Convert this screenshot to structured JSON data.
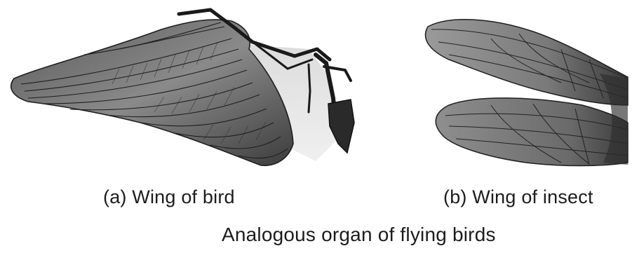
{
  "figure": {
    "panels": [
      {
        "id": "a",
        "caption": "(a) Wing of bird"
      },
      {
        "id": "b",
        "caption": "(b) Wing of insect"
      }
    ],
    "title": "Analogous organ of flying birds"
  }
}
